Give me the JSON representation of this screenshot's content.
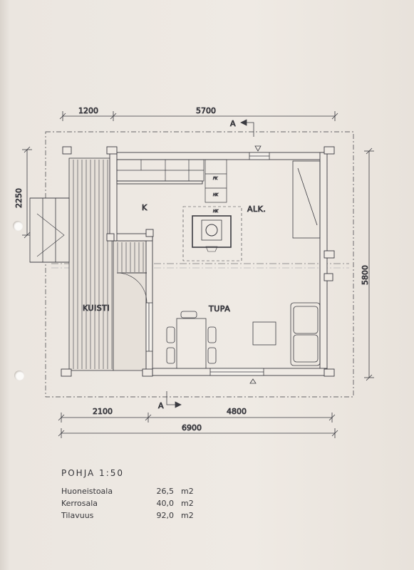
{
  "dimensions": {
    "top_left": "1200",
    "top_right": "5700",
    "left": "2250",
    "right": "5800",
    "bottom_left": "2100",
    "bottom_right": "4800",
    "bottom_total": "6900"
  },
  "section_marker": "A",
  "rooms": {
    "kitchen": "K",
    "alcove": "ALK.",
    "living": "TUPA",
    "porch": "KUISTI"
  },
  "fixtures": {
    "fridge_label": "FK",
    "cabinet_label": "HK",
    "stove_label": "HK"
  },
  "legend": {
    "title": "POHJA  1:50",
    "rows": [
      {
        "label": "Huoneistoala",
        "value": "26,5",
        "unit": "m2"
      },
      {
        "label": "Kerrosala",
        "value": "40,0",
        "unit": "m2"
      },
      {
        "label": "Tilavuus",
        "value": "92,0",
        "unit": "m2"
      }
    ]
  },
  "colors": {
    "paper": "#ece7e1",
    "ink": "#3a3a40"
  }
}
